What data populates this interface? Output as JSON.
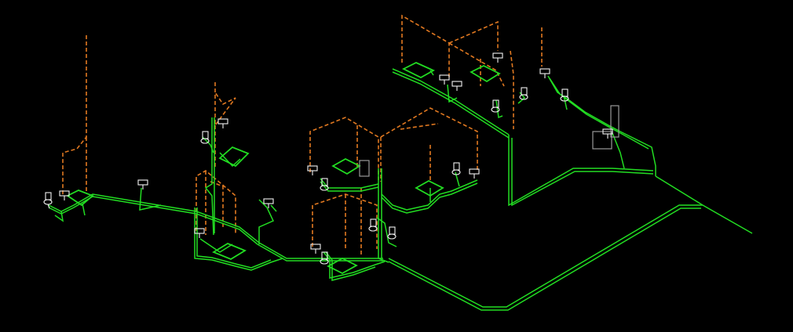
{
  "canvas": {
    "background_color": "#000000"
  },
  "layers": {
    "drain_pipe": {
      "color": "#22dd22",
      "style": "solid"
    },
    "vent_pipe": {
      "color": "#e07820",
      "style": "dashed"
    },
    "fixtures": {
      "color": "#f2f2f2",
      "style": "outline"
    },
    "stack": {
      "color": "#9a9a9a",
      "style": "outline"
    }
  },
  "fixture_types": [
    "water-closet",
    "lavatory",
    "floor-drain",
    "stack-cleanout"
  ],
  "icons": {
    "water_closet": "toilet-icon",
    "lavatory": "sink-icon",
    "floor_drain": "floor-drain-icon",
    "stack": "stack-icon"
  }
}
